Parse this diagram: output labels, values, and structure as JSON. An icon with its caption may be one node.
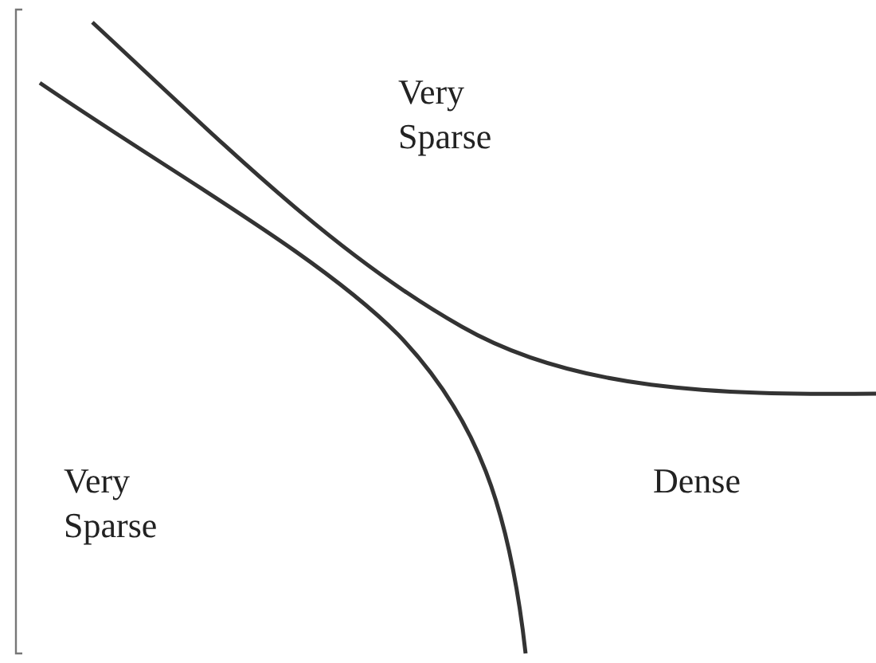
{
  "diagram": {
    "labels": [
      "Very Sparse",
      "Very Sparse",
      "Dense"
    ]
  }
}
